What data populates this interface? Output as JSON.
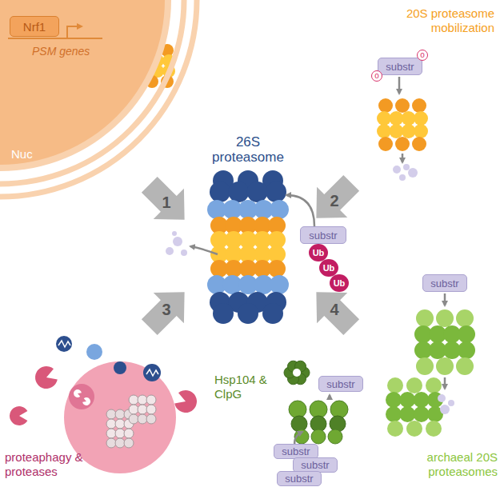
{
  "diagram": {
    "nodes": [
      {
        "text": [
          "Nuc"
        ]
      },
      {
        "text": [
          "Nrf1"
        ],
        "in": 0
      },
      {
        "text": [
          "substr"
        ]
      },
      {
        "text": [
          "o"
        ]
      },
      {
        "text": [
          "o"
        ]
      },
      {
        "text": [
          "26S proteasome"
        ]
      },
      {
        "text": [
          "substr"
        ]
      },
      {
        "text": [
          "Ub"
        ]
      },
      {
        "text": [
          "Ub"
        ]
      },
      {
        "text": [
          "Ub"
        ]
      },
      {
        "text": [
          "substr"
        ]
      },
      {
        "text": [
          "substr"
        ]
      },
      {
        "text": [
          "substr"
        ]
      },
      {
        "text": [
          "substr"
        ]
      },
      {
        "text": [
          "substr"
        ]
      }
    ],
    "edges": [
      {
        "from": 6,
        "to": 5,
        "arrow": "to"
      }
    ],
    "labels": [
      "PSM genes",
      "20S proteasome mobilization",
      "1",
      "2",
      "3",
      "4",
      "proteaphagy & proteases",
      "Hsp104 & ClpG",
      "archaeal 20S proteasomes"
    ]
  }
}
